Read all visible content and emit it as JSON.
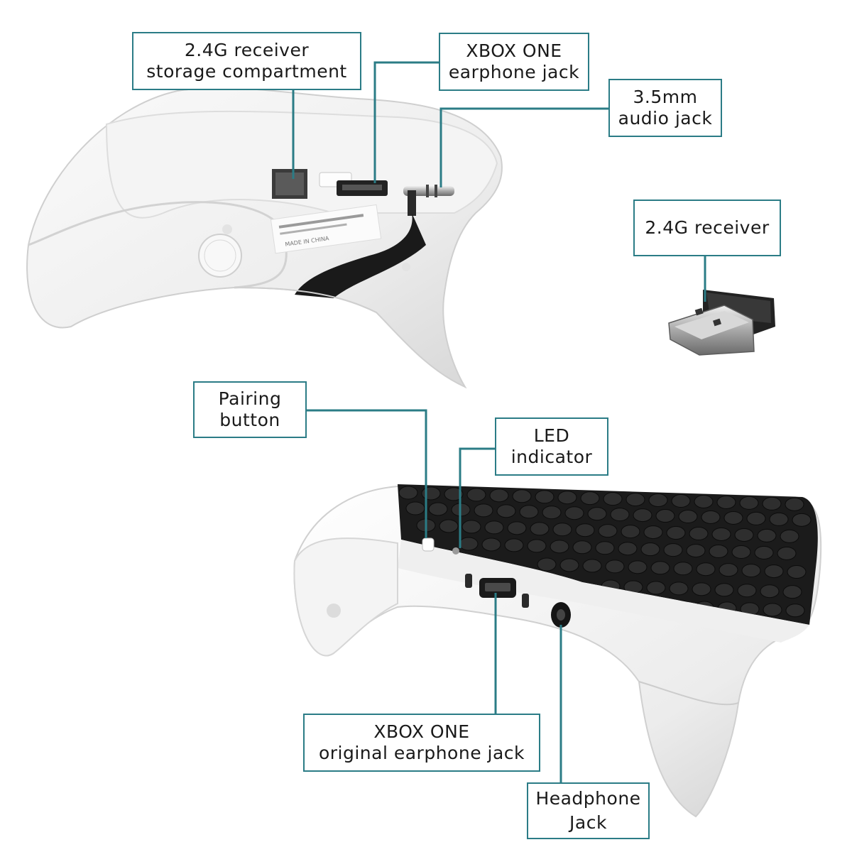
{
  "accent_color": "#2b7c86",
  "callouts": {
    "receiver_storage": {
      "line1": "2.4G receiver",
      "line2": "storage compartment"
    },
    "xbox_earphone": {
      "line1": "XBOX ONE",
      "line2": "earphone jack"
    },
    "audio_jack": {
      "line1": "3.5mm",
      "line2": "audio jack"
    },
    "receiver": {
      "line1": "2.4G receiver"
    },
    "pairing": {
      "line1": "Pairing",
      "line2": "button"
    },
    "led": {
      "line1": "LED",
      "line2": "indicator"
    },
    "original_earphone": {
      "line1": "XBOX ONE",
      "line2": "original earphone jack"
    },
    "headphone": {
      "line1": "Headphone",
      "line2": "Jack"
    }
  },
  "product_label": {
    "made_in": "MADE IN CHINA"
  }
}
